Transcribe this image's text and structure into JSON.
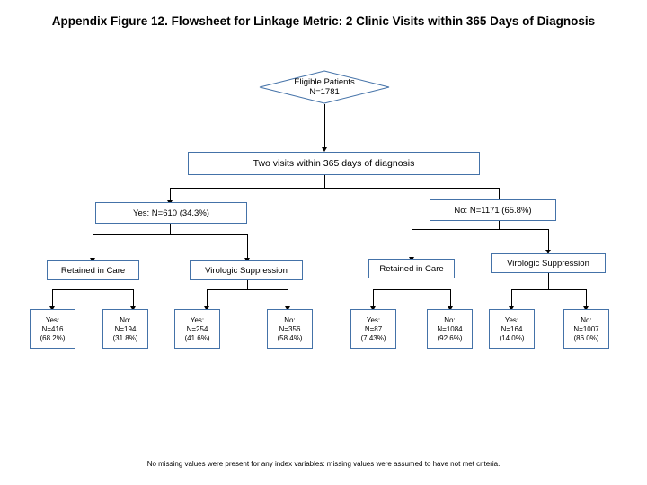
{
  "figure": {
    "title": "Appendix Figure 12. Flowsheet for Linkage Metric: 2 Clinic Visits within 365 Days of Diagnosis",
    "footnote": "No missing values were present for any index variables: missing values were assumed to have not met criteria."
  },
  "nodes": {
    "eligible": "Eligible Patients\nN=1781",
    "criterion": "Two visits within 365 days of diagnosis",
    "yes_branch": "Yes: N=610 (34.3%)",
    "no_branch": "No: N=1171 (65.8%)",
    "yes_retained_header": "Retained in Care",
    "yes_viro_header": "Virologic Suppression",
    "no_retained_header": "Retained in Care",
    "no_viro_header": "Virologic Suppression",
    "leaves": [
      {
        "label": "Yes:\nN=416\n(68.2%)"
      },
      {
        "label": "No:\nN=194\n(31.8%)"
      },
      {
        "label": "Yes:\nN=254\n(41.6%)"
      },
      {
        "label": "No:\nN=356\n(58.4%)"
      },
      {
        "label": "Yes:\nN=87\n(7.43%)"
      },
      {
        "label": "No:\nN=1084\n(92.6%)"
      },
      {
        "label": "Yes:\nN=164\n(14.0%)"
      },
      {
        "label": "No:\nN=1007\n(86.0%)"
      }
    ]
  },
  "colors": {
    "box_border": "#4472a8",
    "connector": "#000000",
    "background": "#ffffff"
  }
}
